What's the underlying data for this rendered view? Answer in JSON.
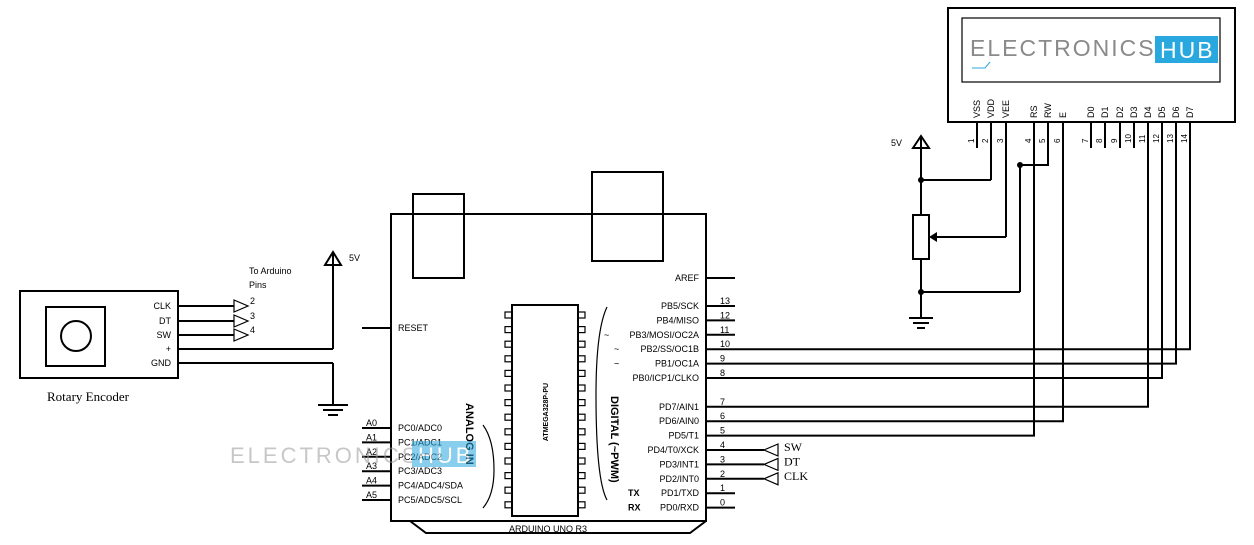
{
  "logo": {
    "left": "ELECTRONICS",
    "right": "HUB"
  },
  "watermark": {
    "left": "ELECTRONICS",
    "right": "HUB"
  },
  "encoder": {
    "title": "Rotary Encoder",
    "pins": [
      "CLK",
      "DT",
      "SW",
      "+",
      "GND"
    ],
    "note_line1": "To Arduino",
    "note_line2": "Pins",
    "pin_numbers": [
      "2",
      "3",
      "4"
    ]
  },
  "supply": {
    "five_v": "5V"
  },
  "arduino": {
    "board_label": "ARDUINO UNO R3",
    "chip_label": "ATMEGA328P-PU",
    "reset": "RESET",
    "aref": "AREF",
    "analog_header": "ANALOG IN",
    "digital_header": "DIGITAL (~PWM)",
    "analog_pins": [
      {
        "num": "A0",
        "name": "PC0/ADC0"
      },
      {
        "num": "A1",
        "name": "PC1/ADC1"
      },
      {
        "num": "A2",
        "name": "PC2/ADC2"
      },
      {
        "num": "A3",
        "name": "PC3/ADC3"
      },
      {
        "num": "A4",
        "name": "PC4/ADC4/SDA"
      },
      {
        "num": "A5",
        "name": "PC5/ADC5/SCL"
      }
    ],
    "digital_pins": [
      {
        "num": "13",
        "name": "PB5/SCK",
        "pwm": ""
      },
      {
        "num": "12",
        "name": "PB4/MISO",
        "pwm": ""
      },
      {
        "num": "11",
        "name": "PB3/MOSI/OC2A",
        "pwm": "~"
      },
      {
        "num": "10",
        "name": "PB2/SS/OC1B",
        "pwm": "~"
      },
      {
        "num": "9",
        "name": "PB1/OC1A",
        "pwm": "~"
      },
      {
        "num": "8",
        "name": "PB0/ICP1/CLKO",
        "pwm": ""
      },
      {
        "num": "7",
        "name": "PD7/AIN1",
        "pwm": ""
      },
      {
        "num": "6",
        "name": "PD6/AIN0",
        "pwm": "~"
      },
      {
        "num": "5",
        "name": "PD5/T1",
        "pwm": "~"
      },
      {
        "num": "4",
        "name": "PD4/T0/XCK",
        "pwm": ""
      },
      {
        "num": "3",
        "name": "PD3/INT1",
        "pwm": "~"
      },
      {
        "num": "2",
        "name": "PD2/INT0",
        "pwm": ""
      },
      {
        "num": "1",
        "name": "PD1/TXD",
        "pwm": "",
        "tag": "TX"
      },
      {
        "num": "0",
        "name": "PD0/RXD",
        "pwm": "",
        "tag": "RX"
      }
    ]
  },
  "encoder_inputs": [
    "SW",
    "DT",
    "CLK"
  ],
  "lcd": {
    "pins": [
      {
        "name": "VSS",
        "num": "1"
      },
      {
        "name": "VDD",
        "num": "2"
      },
      {
        "name": "VEE",
        "num": "3"
      },
      {
        "name": "RS",
        "num": "4"
      },
      {
        "name": "RW",
        "num": "5"
      },
      {
        "name": "E",
        "num": "6"
      },
      {
        "name": "D0",
        "num": "7"
      },
      {
        "name": "D1",
        "num": "8"
      },
      {
        "name": "D2",
        "num": "9"
      },
      {
        "name": "D3",
        "num": "10"
      },
      {
        "name": "D4",
        "num": "11"
      },
      {
        "name": "D5",
        "num": "12"
      },
      {
        "name": "D6",
        "num": "13"
      },
      {
        "name": "D7",
        "num": "14"
      }
    ]
  }
}
